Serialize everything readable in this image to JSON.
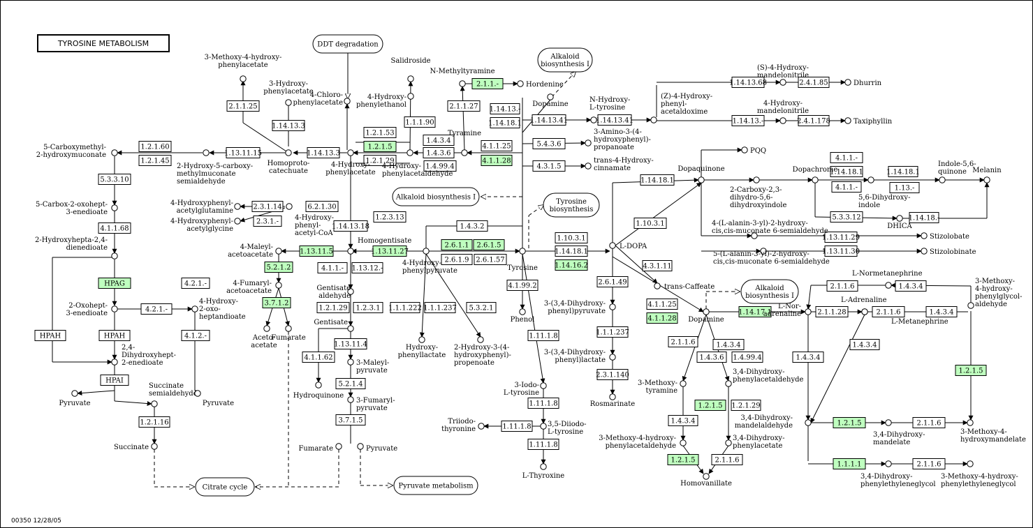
{
  "title": "TYROSINE METABOLISM",
  "footer": "00350   12/28/05",
  "colors": {
    "enzyme_known": "#bfffbf",
    "enzyme_other": "#ffffff",
    "line": "#000000"
  },
  "pathways": [
    {
      "id": "ddt",
      "name": [
        "DDT degradation"
      ]
    },
    {
      "id": "alk1",
      "name": [
        "Alkaloid",
        "biosynthesis I"
      ]
    },
    {
      "id": "alk2",
      "name": [
        "Alkaloid biosynthesis I"
      ]
    },
    {
      "id": "tyrbio",
      "name": [
        "Tyrosine",
        "biosynthesis"
      ]
    },
    {
      "id": "alk3",
      "name": [
        "Alkaloid",
        "biosynthesis I"
      ]
    },
    {
      "id": "citrate",
      "name": [
        "Citrate cycle"
      ]
    },
    {
      "id": "pyrmet",
      "name": [
        "Pyruvate metabolism"
      ]
    }
  ],
  "compounds": [
    {
      "id": "c1",
      "name": [
        "3-Methoxy-4-hydroxy-",
        "phenylacetate"
      ]
    },
    {
      "id": "c2",
      "name": [
        "3-Hydroxy-",
        "phenylacetate"
      ]
    },
    {
      "id": "c3",
      "name": [
        "4-Chloro-",
        "phenylacetate"
      ]
    },
    {
      "id": "c4",
      "name": [
        "Salidroside"
      ]
    },
    {
      "id": "c5",
      "name": [
        "N-Methyltyramine"
      ]
    },
    {
      "id": "c6",
      "name": [
        "Hordenine"
      ]
    },
    {
      "id": "c7",
      "name": [
        "4-Hydroxy-",
        "phenylethanol"
      ]
    },
    {
      "id": "c8",
      "name": [
        "Dopamine"
      ]
    },
    {
      "id": "c9",
      "name": [
        "N-Hydroxy-",
        "L-tyrosine"
      ]
    },
    {
      "id": "c10",
      "name": [
        "(Z)-4-Hydroxy-",
        "phenyl-",
        "acetaldoxime"
      ]
    },
    {
      "id": "c11",
      "name": [
        "(S)-4-Hydroxy-",
        "mandelonitrile"
      ]
    },
    {
      "id": "c12",
      "name": [
        "Dhurrin"
      ]
    },
    {
      "id": "c13",
      "name": [
        "4-Hydroxy-",
        "mandelonitrile"
      ]
    },
    {
      "id": "c14",
      "name": [
        "Taxiphyllin"
      ]
    },
    {
      "id": "c15",
      "name": [
        "Tyramine"
      ]
    },
    {
      "id": "c16",
      "name": [
        "3-Amino-3-(4-",
        "hydroxyphenyl)-",
        "propanoate"
      ]
    },
    {
      "id": "c17",
      "name": [
        "trans-4-Hydroxy-",
        "cinnamate"
      ]
    },
    {
      "id": "c18",
      "name": [
        "PQQ"
      ]
    },
    {
      "id": "c19",
      "name": [
        "5-Carboxymethyl-",
        "2-hydroxymuconate"
      ]
    },
    {
      "id": "c20",
      "name": [
        "2-Hydroxy-5-carboxy-",
        "methylmuconate",
        "semialdehyde"
      ]
    },
    {
      "id": "c21",
      "name": [
        "Homoproto-",
        "catechuate"
      ]
    },
    {
      "id": "c22",
      "name": [
        "4-Hydroxy-",
        "phenylacetate"
      ]
    },
    {
      "id": "c23",
      "name": [
        "4-Hydroxy-",
        "phenylacetaldehyde"
      ]
    },
    {
      "id": "c24",
      "name": [
        "Dopaquinone"
      ]
    },
    {
      "id": "c25",
      "name": [
        "Dopachrome"
      ]
    },
    {
      "id": "c26",
      "name": [
        "Indole-5,6-",
        "quinone"
      ]
    },
    {
      "id": "c27",
      "name": [
        "Melanin"
      ]
    },
    {
      "id": "c28",
      "name": [
        "2-Carboxy-2,3-",
        "dihydro-5,6-",
        "dihydroxyindole"
      ]
    },
    {
      "id": "c29",
      "name": [
        "5,6-Dihydroxy-",
        "indole"
      ]
    },
    {
      "id": "c30",
      "name": [
        "DHICA"
      ]
    },
    {
      "id": "c31",
      "name": [
        "5-Carbox-2-oxohept-",
        "3-enedioate"
      ]
    },
    {
      "id": "c32",
      "name": [
        "4-Hydroxyphenyl-",
        "acetylglutamine"
      ]
    },
    {
      "id": "c33",
      "name": [
        "4-Hydroxyphenyl-",
        "acetylglycine"
      ]
    },
    {
      "id": "c34",
      "name": [
        "4-Hydroxy-",
        "phenyl-",
        "acetyl-CoA"
      ]
    },
    {
      "id": "c35",
      "name": [
        "4-(L-alanin-3-yl)-2-hydroxy-",
        "cis,cis-muconate 6-semialdehyde"
      ]
    },
    {
      "id": "c36",
      "name": [
        "Stizolobate"
      ]
    },
    {
      "id": "c37",
      "name": [
        "5-(L-alanin-3-yl)-2-hydroxy-",
        "cis,cis-muconate 6-semialdehyde"
      ]
    },
    {
      "id": "c38",
      "name": [
        "Stizolobinate"
      ]
    },
    {
      "id": "c39",
      "name": [
        "2-Hydroxyhepta-2,4-",
        "dienedioate"
      ]
    },
    {
      "id": "c40",
      "name": [
        "4-Maleyl-",
        "acetoacetate"
      ]
    },
    {
      "id": "c41",
      "name": [
        "Homogentisate"
      ]
    },
    {
      "id": "c42",
      "name": [
        "4-Hydroxy-",
        "phenylpyruvate"
      ]
    },
    {
      "id": "c43",
      "name": [
        "Tyrosine"
      ]
    },
    {
      "id": "c44",
      "name": [
        "L-DOPA"
      ]
    },
    {
      "id": "c45",
      "name": [
        "4-Fumaryl-",
        "acetoacetate"
      ]
    },
    {
      "id": "c46",
      "name": [
        "trans-Caffeate"
      ]
    },
    {
      "id": "c47",
      "name": [
        "L-Normetanephrine"
      ]
    },
    {
      "id": "c48",
      "name": [
        "3-Methoxy-",
        "4-hydroxy-",
        "phenylglycol-",
        "aldehyde"
      ]
    },
    {
      "id": "c49",
      "name": [
        "Gentisate",
        "aldehyde"
      ]
    },
    {
      "id": "c50",
      "name": [
        "Phenol"
      ]
    },
    {
      "id": "c51",
      "name": [
        "3-(3,4-Dihydroxy-",
        "phenyl)pyruvate"
      ]
    },
    {
      "id": "c52",
      "name": [
        "L-Adrenaline"
      ]
    },
    {
      "id": "c53",
      "name": [
        "2-Oxohept-",
        "3-enedioate"
      ]
    },
    {
      "id": "c54",
      "name": [
        "4-Hydroxy-",
        "2-oxo-",
        "heptandioate"
      ]
    },
    {
      "id": "c55",
      "name": [
        "Dopamine"
      ]
    },
    {
      "id": "c56",
      "name": [
        "L-Nor-",
        "adrenaline"
      ]
    },
    {
      "id": "c57",
      "name": [
        "L-Metanephrine"
      ]
    },
    {
      "id": "c58",
      "name": [
        "Aceto-",
        "acetate"
      ]
    },
    {
      "id": "c59",
      "name": [
        "Fumarate"
      ]
    },
    {
      "id": "c60",
      "name": [
        "Gentisate"
      ]
    },
    {
      "id": "c61",
      "name": [
        "2,4-",
        "Dihydroxyhept-",
        "2-enedioate"
      ]
    },
    {
      "id": "c62",
      "name": [
        "Hydroxy-",
        "phenyllactate"
      ]
    },
    {
      "id": "c63",
      "name": [
        "2-Hydroxy-3-(4-",
        "hydroxyphenyl)-",
        "propenoate"
      ]
    },
    {
      "id": "c64",
      "name": [
        "3-(3,4-Dihydroxy-",
        "phenyl)lactate"
      ]
    },
    {
      "id": "c65",
      "name": [
        "3-Maleyl-",
        "pyruvate"
      ]
    },
    {
      "id": "c66",
      "name": [
        "Hydroquinone"
      ]
    },
    {
      "id": "c67",
      "name": [
        "3-Iodo-",
        "L-tyrosine"
      ]
    },
    {
      "id": "c68",
      "name": [
        "3-Methoxy-",
        "tyramine"
      ]
    },
    {
      "id": "c69",
      "name": [
        "3,4-Dihydroxy-",
        "phenylacetaldehyde"
      ]
    },
    {
      "id": "c70",
      "name": [
        "Succinate",
        "semialdehyde"
      ]
    },
    {
      "id": "c71",
      "name": [
        "Pyruvate"
      ]
    },
    {
      "id": "c72",
      "name": [
        "Pyruvate"
      ]
    },
    {
      "id": "c73",
      "name": [
        "3-Fumaryl-",
        "pyruvate"
      ]
    },
    {
      "id": "c74",
      "name": [
        "Rosmarinate"
      ]
    },
    {
      "id": "c75",
      "name": [
        "Triiodo-",
        "thyronine"
      ]
    },
    {
      "id": "c76",
      "name": [
        "3,5-Diiodo-",
        "L-tyrosine"
      ]
    },
    {
      "id": "c77",
      "name": [
        "3,4-Dihydroxy-",
        "mandelaldehyde"
      ]
    },
    {
      "id": "c78",
      "name": [
        "3,4-Dihydroxy-",
        "mandelate"
      ]
    },
    {
      "id": "c79",
      "name": [
        "3-Methoxy-4-",
        "hydroxymandelate"
      ]
    },
    {
      "id": "c80",
      "name": [
        "Succinate"
      ]
    },
    {
      "id": "c81",
      "name": [
        "Fumarate"
      ]
    },
    {
      "id": "c82",
      "name": [
        "Pyruvate"
      ]
    },
    {
      "id": "c83",
      "name": [
        "3-Methoxy-4-hydroxy-",
        "phenylacetaldehyde"
      ]
    },
    {
      "id": "c84",
      "name": [
        "3,4-Dihydroxy-",
        "phenylacetate"
      ]
    },
    {
      "id": "c85",
      "name": [
        "L-Thyroxine"
      ]
    },
    {
      "id": "c86",
      "name": [
        "Homovanillate"
      ]
    },
    {
      "id": "c87",
      "name": [
        "3,4-Dihydroxy-",
        "phenylethyleneglycol"
      ]
    },
    {
      "id": "c88",
      "name": [
        "3-Methoxy-4-hydroxy-",
        "phenylethyleneglycol"
      ]
    }
  ],
  "enzymes": [
    {
      "id": "e1",
      "label": "2.1.1.25",
      "known": false
    },
    {
      "id": "e2",
      "label": "2.1.1.-",
      "known": true
    },
    {
      "id": "e3",
      "label": "2.1.1.27",
      "known": false
    },
    {
      "id": "e4",
      "label": "1.14.13.-",
      "known": false
    },
    {
      "id": "e5",
      "label": "1.14.18.1",
      "known": false
    },
    {
      "id": "e6",
      "label": "1.14.13.68",
      "known": false
    },
    {
      "id": "e7",
      "label": "2.4.1.85",
      "known": false
    },
    {
      "id": "e8",
      "label": "1.14.13.3",
      "known": false
    },
    {
      "id": "e9",
      "label": "1.1.1.90",
      "known": false
    },
    {
      "id": "e10",
      "label": "1.14.13.41",
      "known": false
    },
    {
      "id": "e11",
      "label": "1.14.13.41",
      "known": false
    },
    {
      "id": "e12",
      "label": "1.14.13.-",
      "known": false
    },
    {
      "id": "e13",
      "label": "2.4.1.178",
      "known": false
    },
    {
      "id": "e14",
      "label": "1.2.1.53",
      "known": false
    },
    {
      "id": "e15",
      "label": "1.2.1.5",
      "known": true
    },
    {
      "id": "e16",
      "label": "1.2.1.29",
      "known": false
    },
    {
      "id": "e17",
      "label": "1.4.3.4",
      "known": false
    },
    {
      "id": "e18",
      "label": "1.4.3.6",
      "known": false
    },
    {
      "id": "e19",
      "label": "1.4.99.4",
      "known": false
    },
    {
      "id": "e20",
      "label": "4.1.1.25",
      "known": false
    },
    {
      "id": "e21",
      "label": "4.1.1.28",
      "known": true
    },
    {
      "id": "e22",
      "label": "5.4.3.6",
      "known": false
    },
    {
      "id": "e23",
      "label": "4.3.1.5",
      "known": false
    },
    {
      "id": "e24",
      "label": "1.2.1.60",
      "known": false
    },
    {
      "id": "e25",
      "label": "1.2.1.45",
      "known": false
    },
    {
      "id": "e26",
      "label": "1.13.11.15",
      "known": false
    },
    {
      "id": "e27",
      "label": "1.14.13.3",
      "known": false
    },
    {
      "id": "e28",
      "label": "4.1.1.-",
      "known": false
    },
    {
      "id": "e29",
      "label": "1.14.18.1",
      "known": false
    },
    {
      "id": "e30",
      "label": "1.14.18.1",
      "known": false
    },
    {
      "id": "e31",
      "label": "4.1.1.-",
      "known": false
    },
    {
      "id": "e32",
      "label": "1.13.-",
      "known": false
    },
    {
      "id": "e33",
      "label": "5.3.3.10",
      "known": false
    },
    {
      "id": "e34",
      "label": "1.14.18.1",
      "known": false
    },
    {
      "id": "e35",
      "label": "2.3.1.14",
      "known": false
    },
    {
      "id": "e36",
      "label": "6.2.1.30",
      "known": false
    },
    {
      "id": "e37",
      "label": "2.3.1.-",
      "known": false
    },
    {
      "id": "e38",
      "label": "1.2.3.13",
      "known": false
    },
    {
      "id": "e39",
      "label": "5.3.3.12",
      "known": false
    },
    {
      "id": "e40",
      "label": "1.14.18.-",
      "known": false
    },
    {
      "id": "e41",
      "label": "4.1.1.68",
      "known": false
    },
    {
      "id": "e42",
      "label": "1.14.13.18",
      "known": false
    },
    {
      "id": "e43",
      "label": "1.4.3.2",
      "known": false
    },
    {
      "id": "e44",
      "label": "1.10.3.1",
      "known": false
    },
    {
      "id": "e45",
      "label": "1.10.3.1",
      "known": false
    },
    {
      "id": "e46",
      "label": "1.13.11.29",
      "known": false
    },
    {
      "id": "e47",
      "label": "1.13.11.29",
      "known": false
    },
    {
      "id": "e48",
      "label": "1.13.11.5",
      "known": true
    },
    {
      "id": "e49",
      "label": "1.13.11.27",
      "known": true
    },
    {
      "id": "e50",
      "label": "2.6.1.1",
      "known": true
    },
    {
      "id": "e51",
      "label": "2.6.1.5",
      "known": true
    },
    {
      "id": "e52",
      "label": "2.6.1.9",
      "known": false
    },
    {
      "id": "e53",
      "label": "2.6.1.57",
      "known": false
    },
    {
      "id": "e54",
      "label": "1.14.18.1",
      "known": false
    },
    {
      "id": "e55",
      "label": "1.14.16.2",
      "known": true
    },
    {
      "id": "e56",
      "label": "1.13.11.30",
      "known": false
    },
    {
      "id": "e57",
      "label": "1.13.11.30",
      "known": false
    },
    {
      "id": "e58",
      "label": "5.2.1.2",
      "known": true
    },
    {
      "id": "e59",
      "label": "4.1.1.-",
      "known": false
    },
    {
      "id": "e60",
      "label": "1.13.12.-",
      "known": false
    },
    {
      "id": "e61",
      "label": "4.3.1.11",
      "known": false
    },
    {
      "id": "e62",
      "label": "HPAG",
      "known": true
    },
    {
      "id": "e63",
      "label": "4.2.1.-",
      "known": false
    },
    {
      "id": "e64",
      "label": "2.6.1.49",
      "known": false
    },
    {
      "id": "e65",
      "label": "4.1.99.2",
      "known": false
    },
    {
      "id": "e66",
      "label": "2.1.1.6",
      "known": false
    },
    {
      "id": "e67",
      "label": "1.4.3.4",
      "known": false
    },
    {
      "id": "e68",
      "label": "3.7.1.2",
      "known": true
    },
    {
      "id": "e69",
      "label": "1.2.1.29",
      "known": false
    },
    {
      "id": "e70",
      "label": "1.2.3.1",
      "known": false
    },
    {
      "id": "e71",
      "label": "4.2.1.-",
      "known": false
    },
    {
      "id": "e72",
      "label": "4.1.1.25",
      "known": false
    },
    {
      "id": "e73",
      "label": "4.1.1.28",
      "known": true
    },
    {
      "id": "e74",
      "label": "1.14.17.1",
      "known": true
    },
    {
      "id": "e75",
      "label": "2.1.1.28",
      "known": false
    },
    {
      "id": "e76",
      "label": "2.1.1.6",
      "known": false
    },
    {
      "id": "e77",
      "label": "1.4.3.4",
      "known": false
    },
    {
      "id": "e78",
      "label": "1.1.1.222",
      "known": false
    },
    {
      "id": "e79",
      "label": "1.1.1.237",
      "known": false
    },
    {
      "id": "e80",
      "label": "5.3.2.1",
      "known": false
    },
    {
      "id": "e81",
      "label": "1.1.1.237",
      "known": false
    },
    {
      "id": "e82",
      "label": "HPAH",
      "known": false
    },
    {
      "id": "e83",
      "label": "HPAH",
      "known": false
    },
    {
      "id": "e84",
      "label": "4.1.2.-",
      "known": false
    },
    {
      "id": "e85",
      "label": "1.11.1.8",
      "known": false
    },
    {
      "id": "e86",
      "label": "1.13.11.4",
      "known": false
    },
    {
      "id": "e87",
      "label": "2.1.1.6",
      "known": false
    },
    {
      "id": "e88",
      "label": "1.4.3.4",
      "known": false
    },
    {
      "id": "e89",
      "label": "1.4.3.6",
      "known": false
    },
    {
      "id": "e90",
      "label": "1.4.99.4",
      "known": false
    },
    {
      "id": "e91",
      "label": "1.4.3.4",
      "known": false
    },
    {
      "id": "e92",
      "label": "1.4.3.4",
      "known": false
    },
    {
      "id": "e93",
      "label": "1.2.1.5",
      "known": true
    },
    {
      "id": "e94",
      "label": "4.1.1.62",
      "known": false
    },
    {
      "id": "e95",
      "label": "2.3.1.140",
      "known": false
    },
    {
      "id": "e96",
      "label": "HPAI",
      "known": false
    },
    {
      "id": "e97",
      "label": "5.2.1.4",
      "known": false
    },
    {
      "id": "e98",
      "label": "1.11.1.8",
      "known": false
    },
    {
      "id": "e99",
      "label": "1.2.1.5",
      "known": true
    },
    {
      "id": "e100",
      "label": "1.2.1.29",
      "known": false
    },
    {
      "id": "e101",
      "label": "1.2.1.16",
      "known": false
    },
    {
      "id": "e102",
      "label": "3.7.1.5",
      "known": false
    },
    {
      "id": "e103",
      "label": "1.11.1.8",
      "known": false
    },
    {
      "id": "e104",
      "label": "1.4.3.4",
      "known": false
    },
    {
      "id": "e105",
      "label": "1.2.1.5",
      "known": true
    },
    {
      "id": "e106",
      "label": "2.1.1.6",
      "known": false
    },
    {
      "id": "e107",
      "label": "1.11.1.8",
      "known": false
    },
    {
      "id": "e108",
      "label": "1.2.1.5",
      "known": true
    },
    {
      "id": "e109",
      "label": "2.1.1.6",
      "known": false
    },
    {
      "id": "e110",
      "label": "1.1.1.1",
      "known": true
    },
    {
      "id": "e111",
      "label": "2.1.1.6",
      "known": false
    }
  ]
}
